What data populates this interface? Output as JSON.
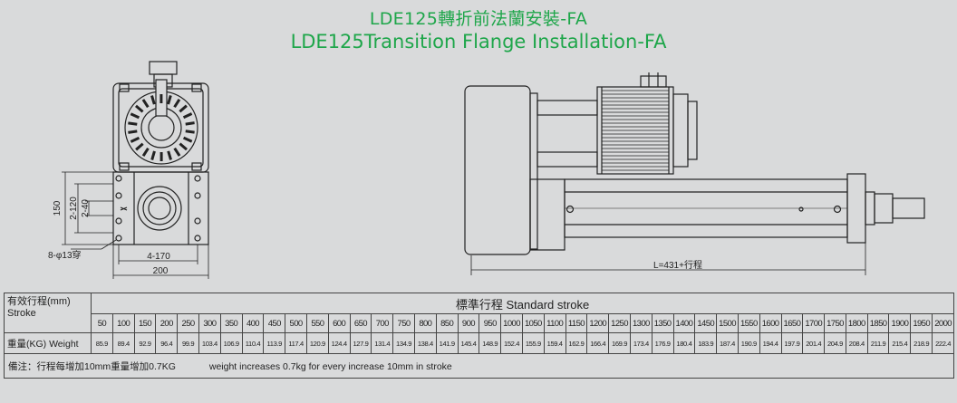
{
  "title_cn": "LDE125轉折前法蘭安裝-FA",
  "title_en": "LDE125Transition  Flange Installation-FA",
  "colors": {
    "title": "#1ea64a",
    "background": "#d9dadb",
    "line": "#222222"
  },
  "dimensions": {
    "hole_callout": "8-φ13穿",
    "width_inner": "4-170",
    "width_outer": "200",
    "height_outer": "150",
    "height_mid": "2-120",
    "height_inner": "2-40",
    "length": "L=431+行程"
  },
  "table": {
    "stroke_label_cn": "有效行程(mm)",
    "stroke_label_en": "Stroke",
    "standard_stroke_label": "標準行程   Standard stroke",
    "weight_label": "重量(KG) Weight",
    "strokes": [
      "50",
      "100",
      "150",
      "200",
      "250",
      "300",
      "350",
      "400",
      "450",
      "500",
      "550",
      "600",
      "650",
      "700",
      "750",
      "800",
      "850",
      "900",
      "950",
      "1000",
      "1050",
      "1100",
      "1150",
      "1200",
      "1250",
      "1300",
      "1350",
      "1400",
      "1450",
      "1500",
      "1550",
      "1600",
      "1650",
      "1700",
      "1750",
      "1800",
      "1850",
      "1900",
      "1950",
      "2000"
    ],
    "weights": [
      "85.9",
      "89.4",
      "92.9",
      "96.4",
      "99.9",
      "103.4",
      "106.9",
      "110.4",
      "113.9",
      "117.4",
      "120.9",
      "124.4",
      "127.9",
      "131.4",
      "134.9",
      "138.4",
      "141.9",
      "145.4",
      "148.9",
      "152.4",
      "155.9",
      "159.4",
      "162.9",
      "166.4",
      "169.9",
      "173.4",
      "176.9",
      "180.4",
      "183.9",
      "187.4",
      "190.9",
      "194.4",
      "197.9",
      "201.4",
      "204.9",
      "208.4",
      "211.9",
      "215.4",
      "218.9",
      "222.4"
    ],
    "note_cn": "備注：行程每增加10mm重量增加0.7KG",
    "note_en": "weight increases 0.7kg for every increase 10mm in stroke"
  }
}
